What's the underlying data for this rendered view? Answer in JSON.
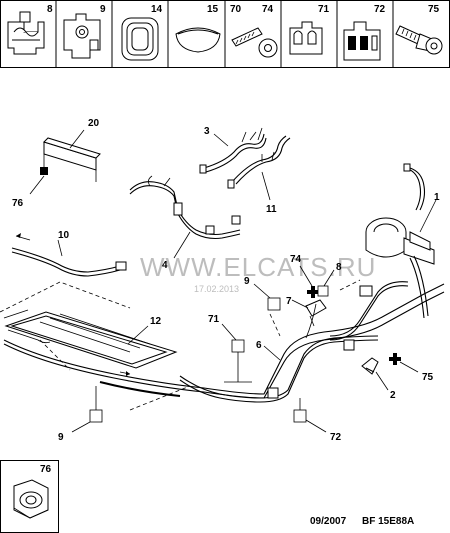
{
  "header_parts": [
    {
      "id": "p8",
      "label": "8"
    },
    {
      "id": "p9",
      "label": "9"
    },
    {
      "id": "p14",
      "label": "14"
    },
    {
      "id": "p15",
      "label": "15"
    },
    {
      "id": "p70",
      "label": "70"
    },
    {
      "id": "p74",
      "label": "74"
    },
    {
      "id": "p71",
      "label": "71"
    },
    {
      "id": "p72",
      "label": "72"
    },
    {
      "id": "p75",
      "label": "75"
    }
  ],
  "callouts": {
    "c20": "20",
    "c76a": "76",
    "c3": "3",
    "c11": "11",
    "c1": "1",
    "c10": "10",
    "c4": "4",
    "c74": "74",
    "c8": "8",
    "c9a": "9",
    "c7": "7",
    "c12": "12",
    "c71": "71",
    "c6": "6",
    "c75": "75",
    "c2": "2",
    "c9b": "9",
    "c72": "72"
  },
  "inset": {
    "label": "76"
  },
  "watermark": {
    "text": "WWW.ELCATS.RU",
    "date": "17.02.2013"
  },
  "footer": {
    "date": "09/2007",
    "reference": "BF 15E88A"
  }
}
